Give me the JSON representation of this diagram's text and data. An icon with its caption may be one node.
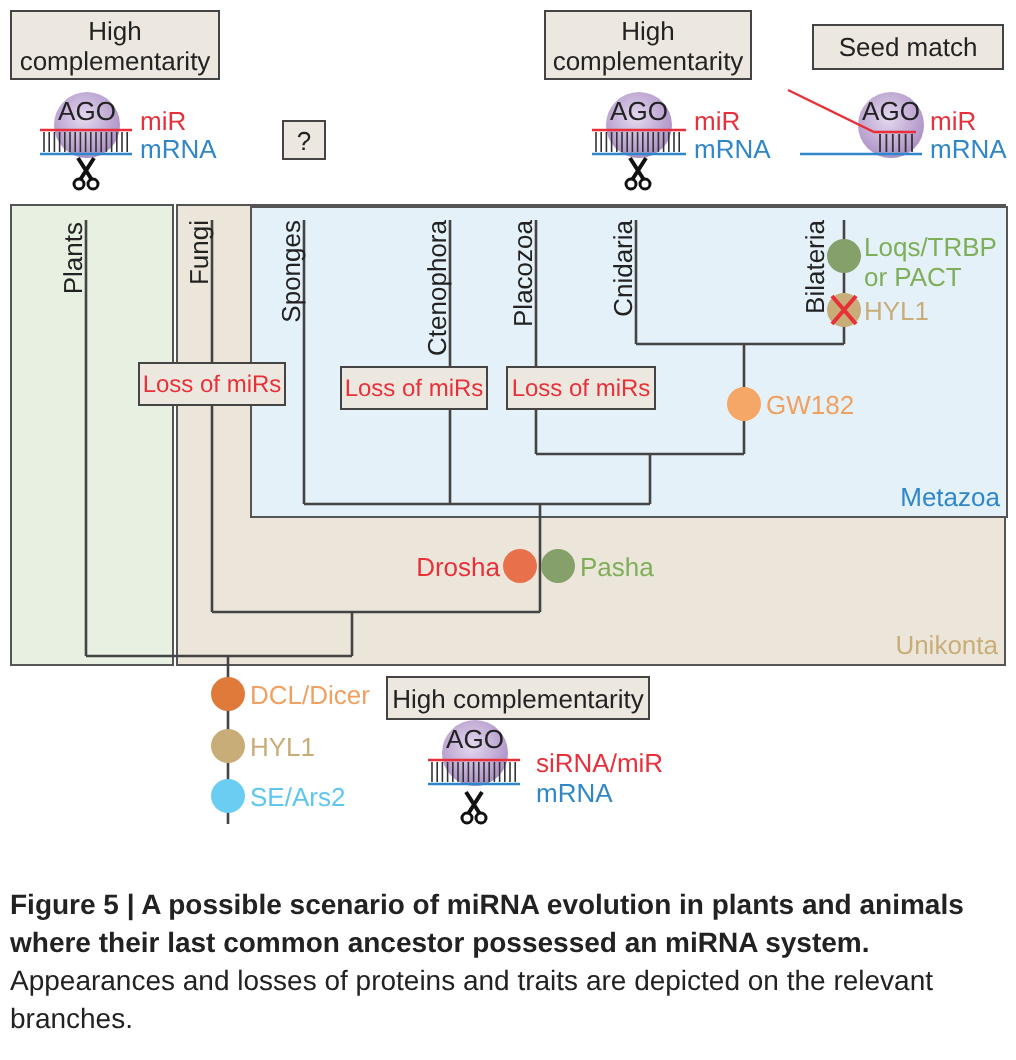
{
  "diagram": {
    "caption": "**Figure 5 | A possible scenario of miRNA evolution in plants and animals where their last common ancestor possessed an miRNA system.** Appearances and losses of proteins and traits are depicted on the relevant branches.",
    "nodes": [
      {
        "text": [
          "High complementarity"
        ]
      },
      {
        "text": [
          "High complementarity"
        ]
      },
      {
        "text": [
          "Seed match"
        ]
      },
      {
        "text": [
          "AGO"
        ]
      },
      {
        "text": [
          "?"
        ]
      },
      {
        "text": [
          "AGO"
        ]
      },
      {
        "text": [
          "AGO"
        ]
      },
      {
        "text": [
          "Plants"
        ]
      },
      {
        "text": [
          "Unikonta"
        ]
      },
      {
        "text": [
          "Metazoa"
        ],
        "in": 8
      },
      {
        "text": [
          "Loss of miRs"
        ]
      },
      {
        "text": [
          "Loss of miRs"
        ],
        "in": 9
      },
      {
        "text": [
          "Loss of miRs"
        ],
        "in": 9
      },
      {
        "text": [
          "High complementarity"
        ]
      },
      {
        "text": [
          "AGO"
        ]
      }
    ],
    "labels": [
      "miR",
      "mRNA",
      "miR",
      "mRNA",
      "miR",
      "mRNA",
      "Fungi",
      "Sponges",
      "Ctenophora",
      "Placozoa",
      "Cnidaria",
      "Bilateria",
      "Loqs/TRBP or PACT",
      "HYL1",
      "GW182",
      "Drosha",
      "Pasha",
      "DCL/Dicer",
      "HYL1",
      "SE/Ars2",
      "siRNA/miR",
      "mRNA"
    ]
  }
}
